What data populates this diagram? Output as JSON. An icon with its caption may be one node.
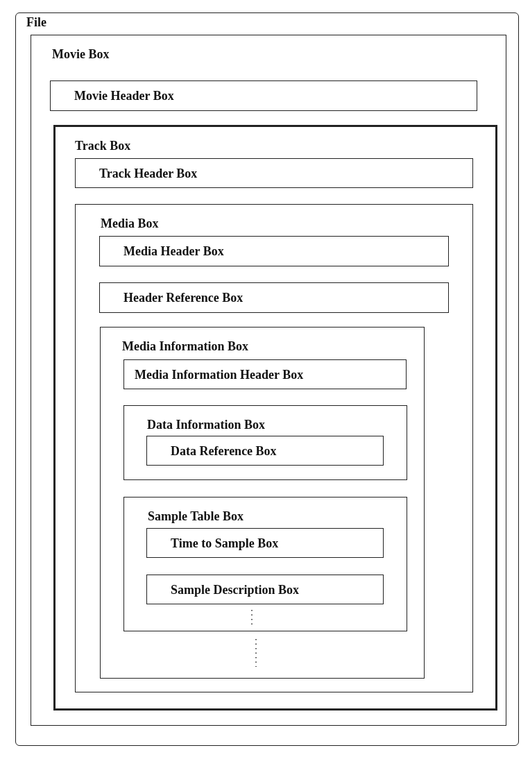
{
  "diagram": {
    "nodes": [
      {
        "text": [
          "File"
        ]
      },
      {
        "text": [
          "Movie Box"
        ],
        "in": 0
      },
      {
        "text": [
          "Movie Header Box"
        ],
        "in": 1
      },
      {
        "text": [
          "Track Box"
        ],
        "in": 1
      },
      {
        "text": [
          "Track Header Box"
        ],
        "in": 3
      },
      {
        "text": [
          "Media Box"
        ],
        "in": 3
      },
      {
        "text": [
          "Media Header Box"
        ],
        "in": 5
      },
      {
        "text": [
          "Header Reference Box"
        ],
        "in": 5
      },
      {
        "text": [
          "Media Information Box"
        ],
        "in": 5
      },
      {
        "text": [
          "Media Information Header Box"
        ],
        "in": 8
      },
      {
        "text": [
          "Data Information Box"
        ],
        "in": 8
      },
      {
        "text": [
          "Data Reference Box"
        ],
        "in": 10
      },
      {
        "text": [
          "Sample Table Box"
        ],
        "in": 8
      },
      {
        "text": [
          "Time to Sample Box"
        ],
        "in": 12
      },
      {
        "text": [
          "Sample Description Box"
        ],
        "in": 12
      }
    ],
    "edges": []
  }
}
